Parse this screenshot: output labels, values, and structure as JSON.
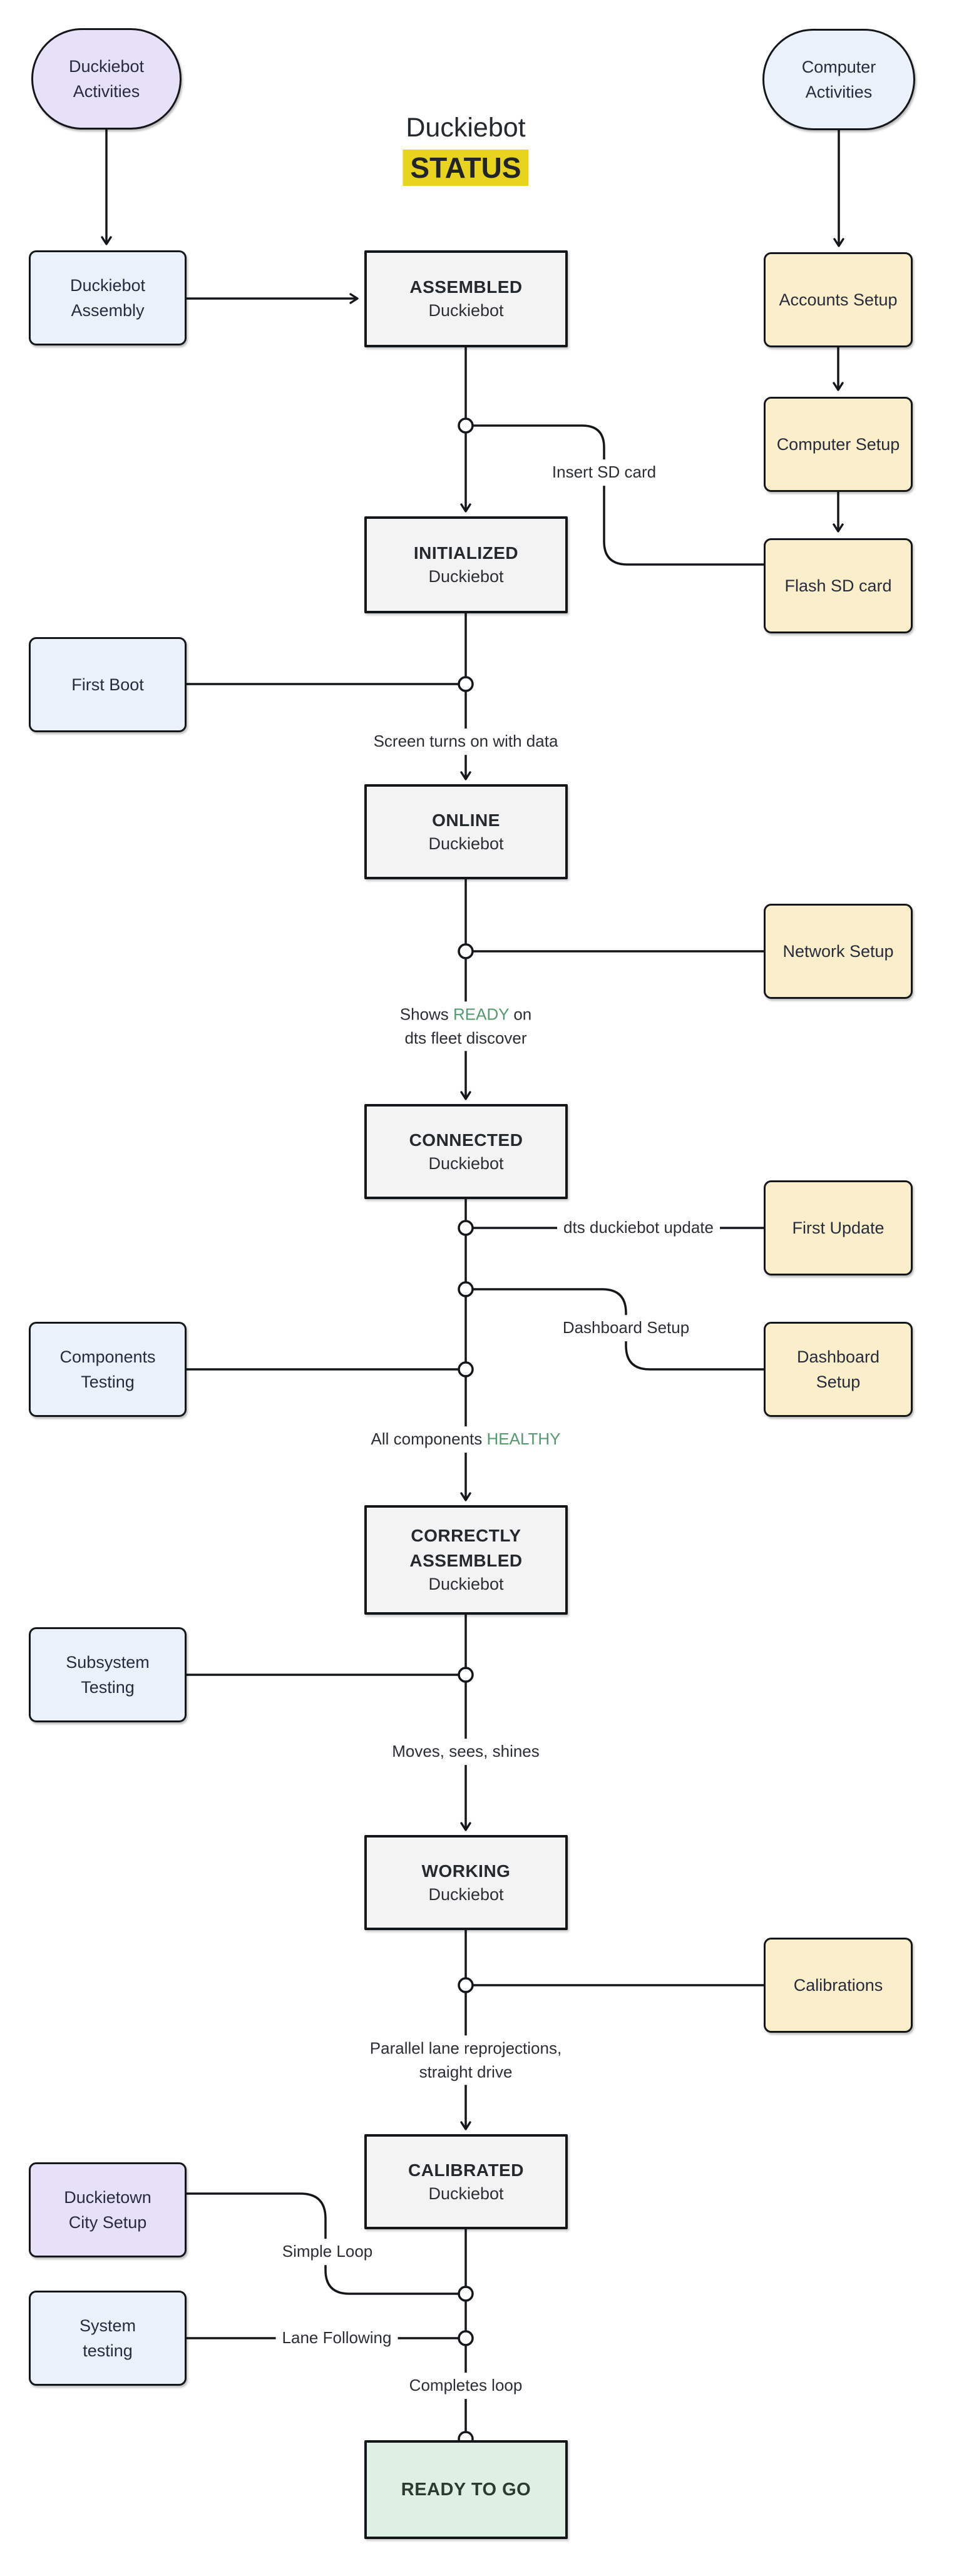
{
  "colors": {
    "background": "#ffffff",
    "line": "#14171a",
    "highlight_yellow": "#e8d41f",
    "green_keyword": "#55996e",
    "lavender_fill": "#e7e0f9",
    "blue_fill": "#ebf1fb",
    "cream_fill": "#fbeecb",
    "gray_fill": "#f3f3f3",
    "green_fill": "#def0e4"
  },
  "title": {
    "line1": "Duckiebot",
    "line2": "STATUS"
  },
  "terminals": {
    "duckiebot_activities": "Duckiebot\nActivities",
    "computer_activities": "Computer\nActivities"
  },
  "states": {
    "assembled": {
      "status": "ASSEMBLED",
      "name": "Duckiebot"
    },
    "initialized": {
      "status": "INITIALIZED",
      "name": "Duckiebot"
    },
    "online": {
      "status": "ONLINE",
      "name": "Duckiebot"
    },
    "connected": {
      "status": "CONNECTED",
      "name": "Duckiebot"
    },
    "correctly_assembled": {
      "status": "CORRECTLY\nASSEMBLED",
      "name": "Duckiebot"
    },
    "working": {
      "status": "WORKING",
      "name": "Duckiebot"
    },
    "calibrated": {
      "status": "CALIBRATED",
      "name": "Duckiebot"
    },
    "ready_to_go": {
      "status": "READY TO GO"
    }
  },
  "activities": {
    "duckiebot_assembly": "Duckiebot\nAssembly",
    "first_boot": "First Boot",
    "components_testing": "Components\nTesting",
    "subsystem_testing": "Subsystem\nTesting",
    "duckietown_city_setup": "Duckietown\nCity Setup",
    "system_testing": "System\ntesting",
    "accounts_setup": "Accounts Setup",
    "computer_setup": "Computer Setup",
    "flash_sd_card": "Flash SD card",
    "network_setup": "Network Setup",
    "first_update": "First Update",
    "dashboard_setup": "Dashboard\nSetup",
    "calibrations": "Calibrations"
  },
  "edge_labels": {
    "insert_sd_card": "Insert SD card",
    "screen_turns_on": "Screen turns on with data",
    "shows_ready": {
      "pre": "Shows ",
      "keyword": "READY",
      "post": " on",
      "line2": "dts fleet discover"
    },
    "dts_duckiebot_update": "dts duckiebot update",
    "dashboard_setup": "Dashboard Setup",
    "all_components_healthy": {
      "pre": "All components ",
      "keyword": "HEALTHY",
      "post": ""
    },
    "moves_sees_shines": "Moves, sees, shines",
    "parallel_lane": "Parallel lane reprojections,\nstraight drive",
    "simple_loop": "Simple Loop",
    "lane_following": "Lane Following",
    "completes_loop": "Completes loop"
  }
}
